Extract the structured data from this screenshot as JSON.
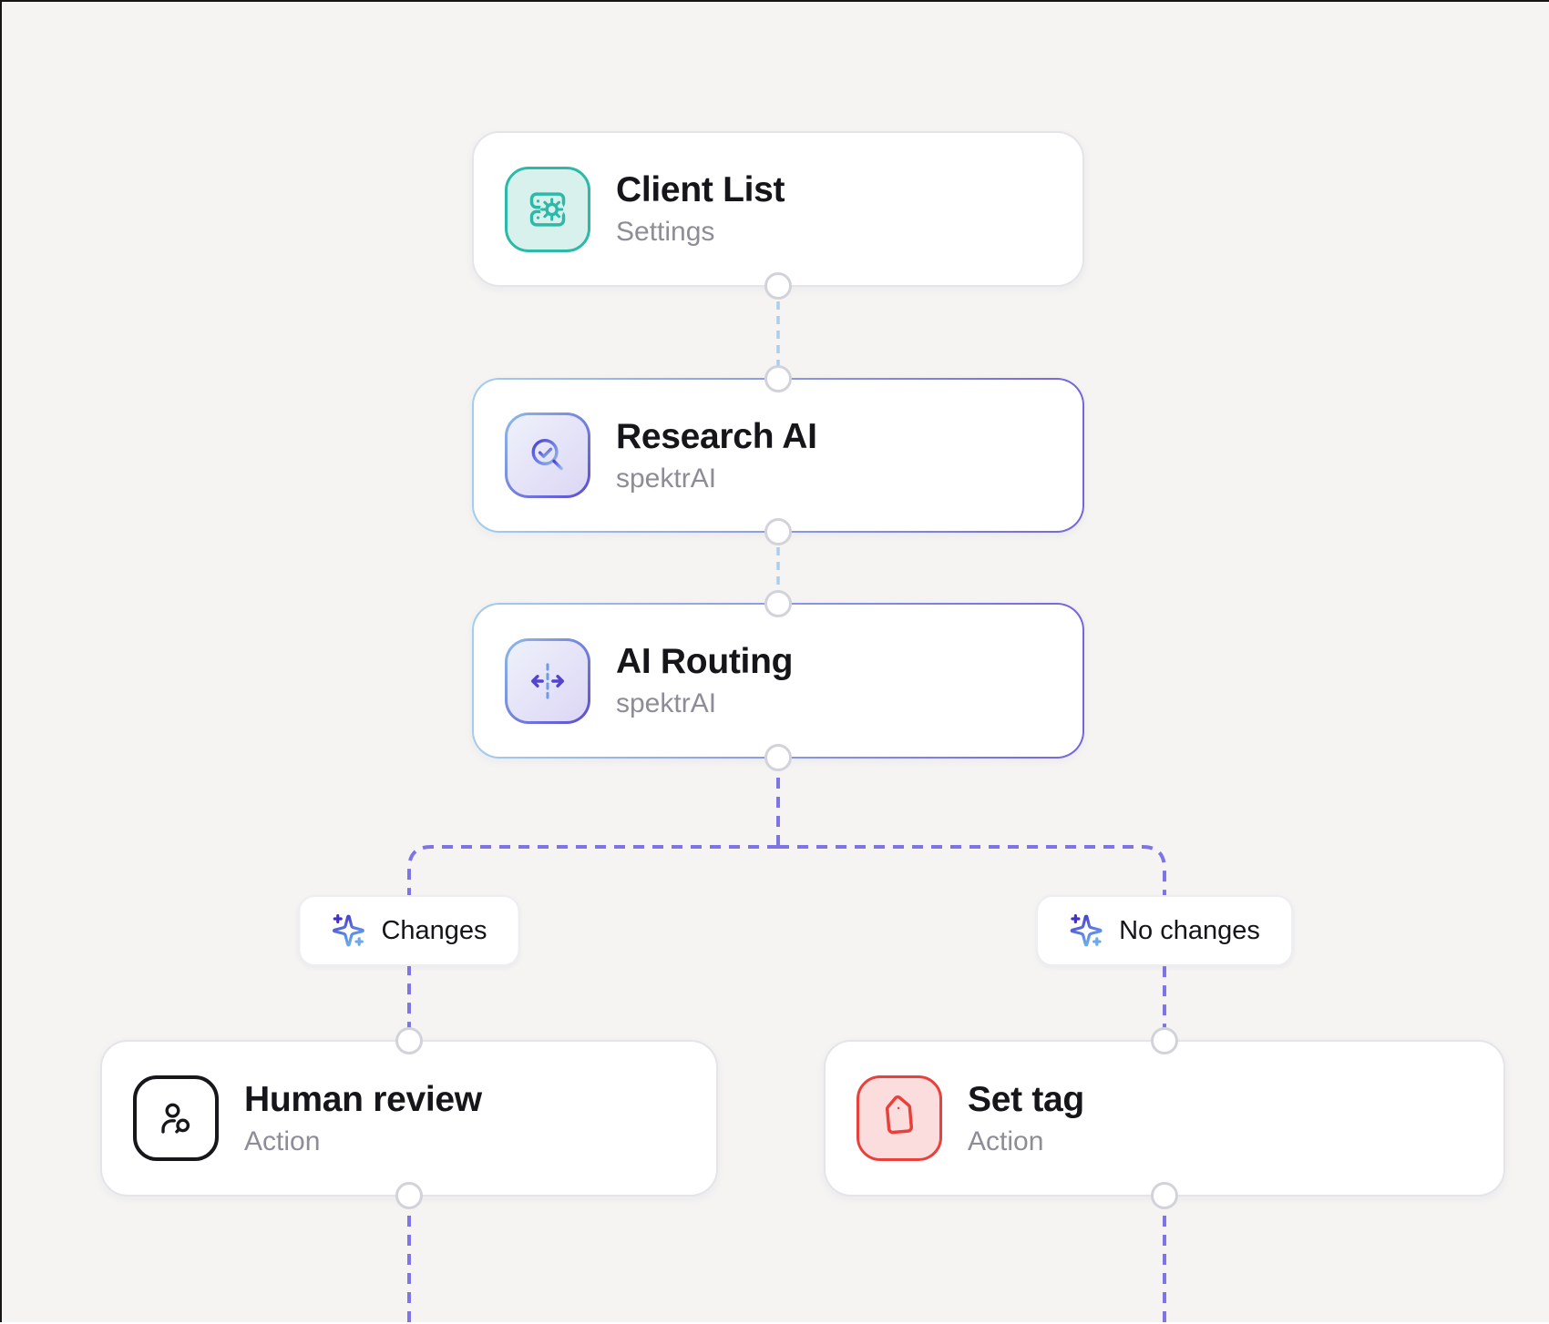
{
  "workflow": {
    "nodes": [
      {
        "title": "Client List",
        "subtitle": "Settings",
        "icon": "grid-gear-icon",
        "accent": "teal"
      },
      {
        "title": "Research AI",
        "subtitle": "spektrAI",
        "icon": "search-check-icon",
        "accent": "blue-purple-gradient"
      },
      {
        "title": "AI Routing",
        "subtitle": "spektrAI",
        "icon": "route-split-icon",
        "accent": "blue-purple-gradient"
      },
      {
        "title": "Human review",
        "subtitle": "Action",
        "icon": "user-search-icon",
        "accent": "black"
      },
      {
        "title": "Set tag",
        "subtitle": "Action",
        "icon": "tag-icon",
        "accent": "red"
      }
    ],
    "branches": [
      {
        "label": "Changes",
        "icon": "sparkles-icon"
      },
      {
        "label": "No changes",
        "icon": "sparkles-icon"
      }
    ]
  },
  "colors": {
    "canvas-bg": "#f5f4f3",
    "teal": "#2cb9a8",
    "teal-bg": "#d9f1ec",
    "red": "#ea403b",
    "red-bg": "#fbdddd",
    "indigo": "#5444cf",
    "light-blue": "#8fbbee",
    "wire-blue": "#aacfee",
    "wire-purple": "#7e74e6",
    "title": "#15151a",
    "subtitle": "#8d8d97",
    "card-border": "#e4e4e9",
    "port-border": "#d2d2db"
  }
}
